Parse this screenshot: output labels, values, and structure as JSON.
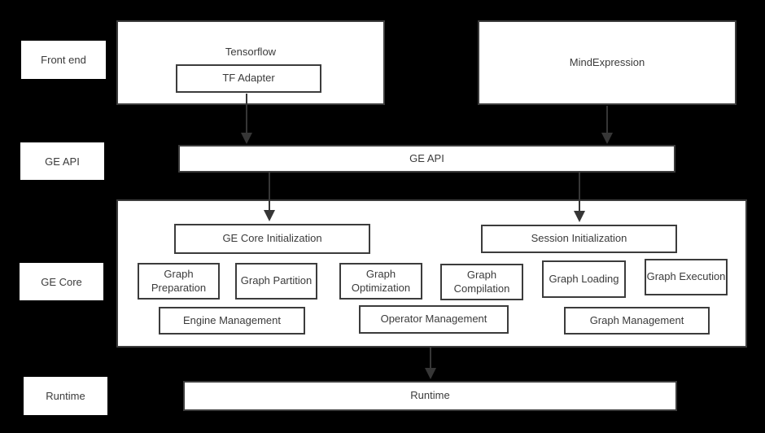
{
  "colors": {
    "bg": "#000000",
    "box_fill": "#ffffff",
    "box_border": "#3c3c3c",
    "text": "#3b3b3b",
    "arrow": "#363636"
  },
  "row_labels": {
    "front_end": "Front end",
    "ge_api": "GE API",
    "ge_core": "GE Core",
    "runtime": "Runtime"
  },
  "front_end": {
    "tensorflow": "Tensorflow",
    "tf_adapter": "TF Adapter",
    "mind_expression": "MindExpression"
  },
  "ge_api": {
    "label": "GE API"
  },
  "ge_core": {
    "ge_core_initialization": "GE Core Initialization",
    "session_initialization": "Session Initialization",
    "stages": [
      {
        "label": "Graph Preparation"
      },
      {
        "label": "Graph Partition"
      },
      {
        "label": "Graph Optimization"
      },
      {
        "label": "Graph Compilation"
      },
      {
        "label": "Graph Loading"
      },
      {
        "label": "Graph Execution"
      }
    ],
    "management": [
      {
        "label": "Engine Management"
      },
      {
        "label": "Operator Management"
      },
      {
        "label": "Graph Management"
      }
    ]
  },
  "runtime": {
    "label": "Runtime"
  }
}
